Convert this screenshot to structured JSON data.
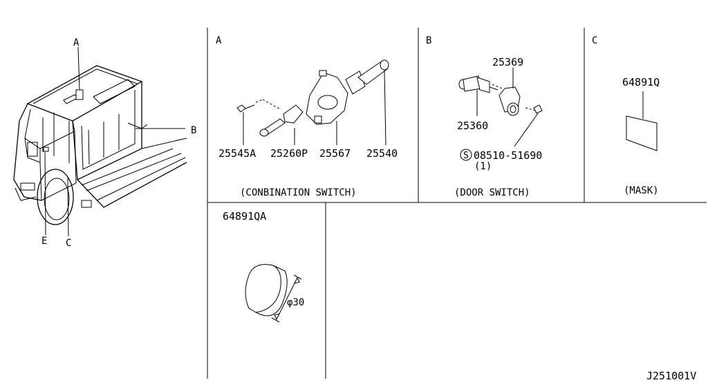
{
  "vehicle_callouts": {
    "a": "A",
    "b": "B",
    "c": "C",
    "e": "E"
  },
  "panel_a": {
    "letter": "A",
    "parts": [
      "25545A",
      "25260P",
      "25567",
      "25540"
    ],
    "caption": "(CONBINATION SWITCH)"
  },
  "panel_b": {
    "letter": "B",
    "parts": [
      "25369",
      "25360"
    ],
    "screw_symbol": "S",
    "screw_part": "08510-51690",
    "screw_qty": "(1)",
    "caption": "(DOOR SWITCH)"
  },
  "panel_c": {
    "letter": "C",
    "part": "64891Q",
    "caption": "(MASK)"
  },
  "panel_d": {
    "part": "64891QA",
    "dimension": "φ30"
  },
  "drawing_code": "J251001V"
}
